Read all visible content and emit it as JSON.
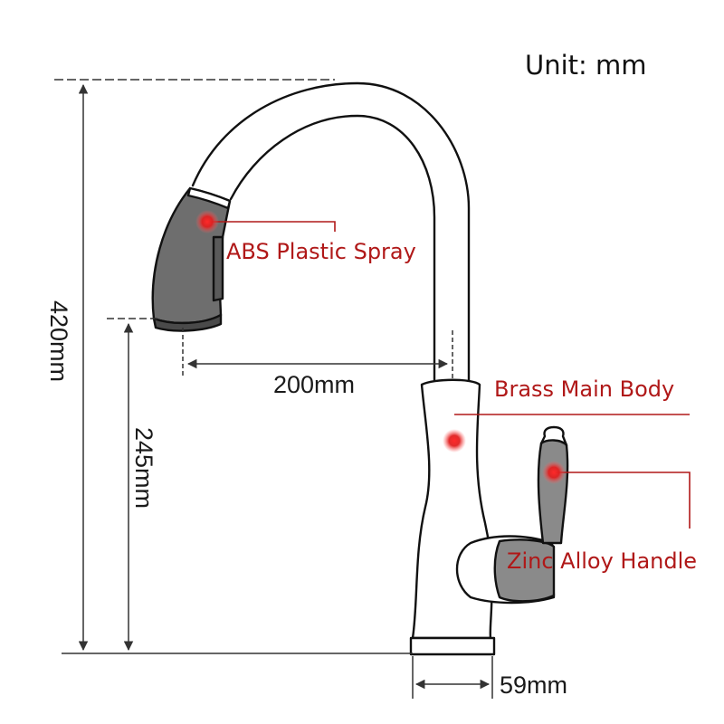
{
  "unit_label": "Unit: mm",
  "dimensions": {
    "total_height": "420mm",
    "spout_height": "245mm",
    "spout_reach": "200mm",
    "base_width": "59mm"
  },
  "callouts": {
    "spray": "ABS Plastic Spray",
    "body": "Brass Main Body",
    "handle": "Zinc Alloy Handle"
  },
  "colors": {
    "outline": "#111111",
    "spray_fill": "#6e6e6e",
    "handle_fill": "#8a8a8a",
    "callout": "#b01818",
    "marker": "#d61f1f",
    "dimension": "#333333"
  }
}
